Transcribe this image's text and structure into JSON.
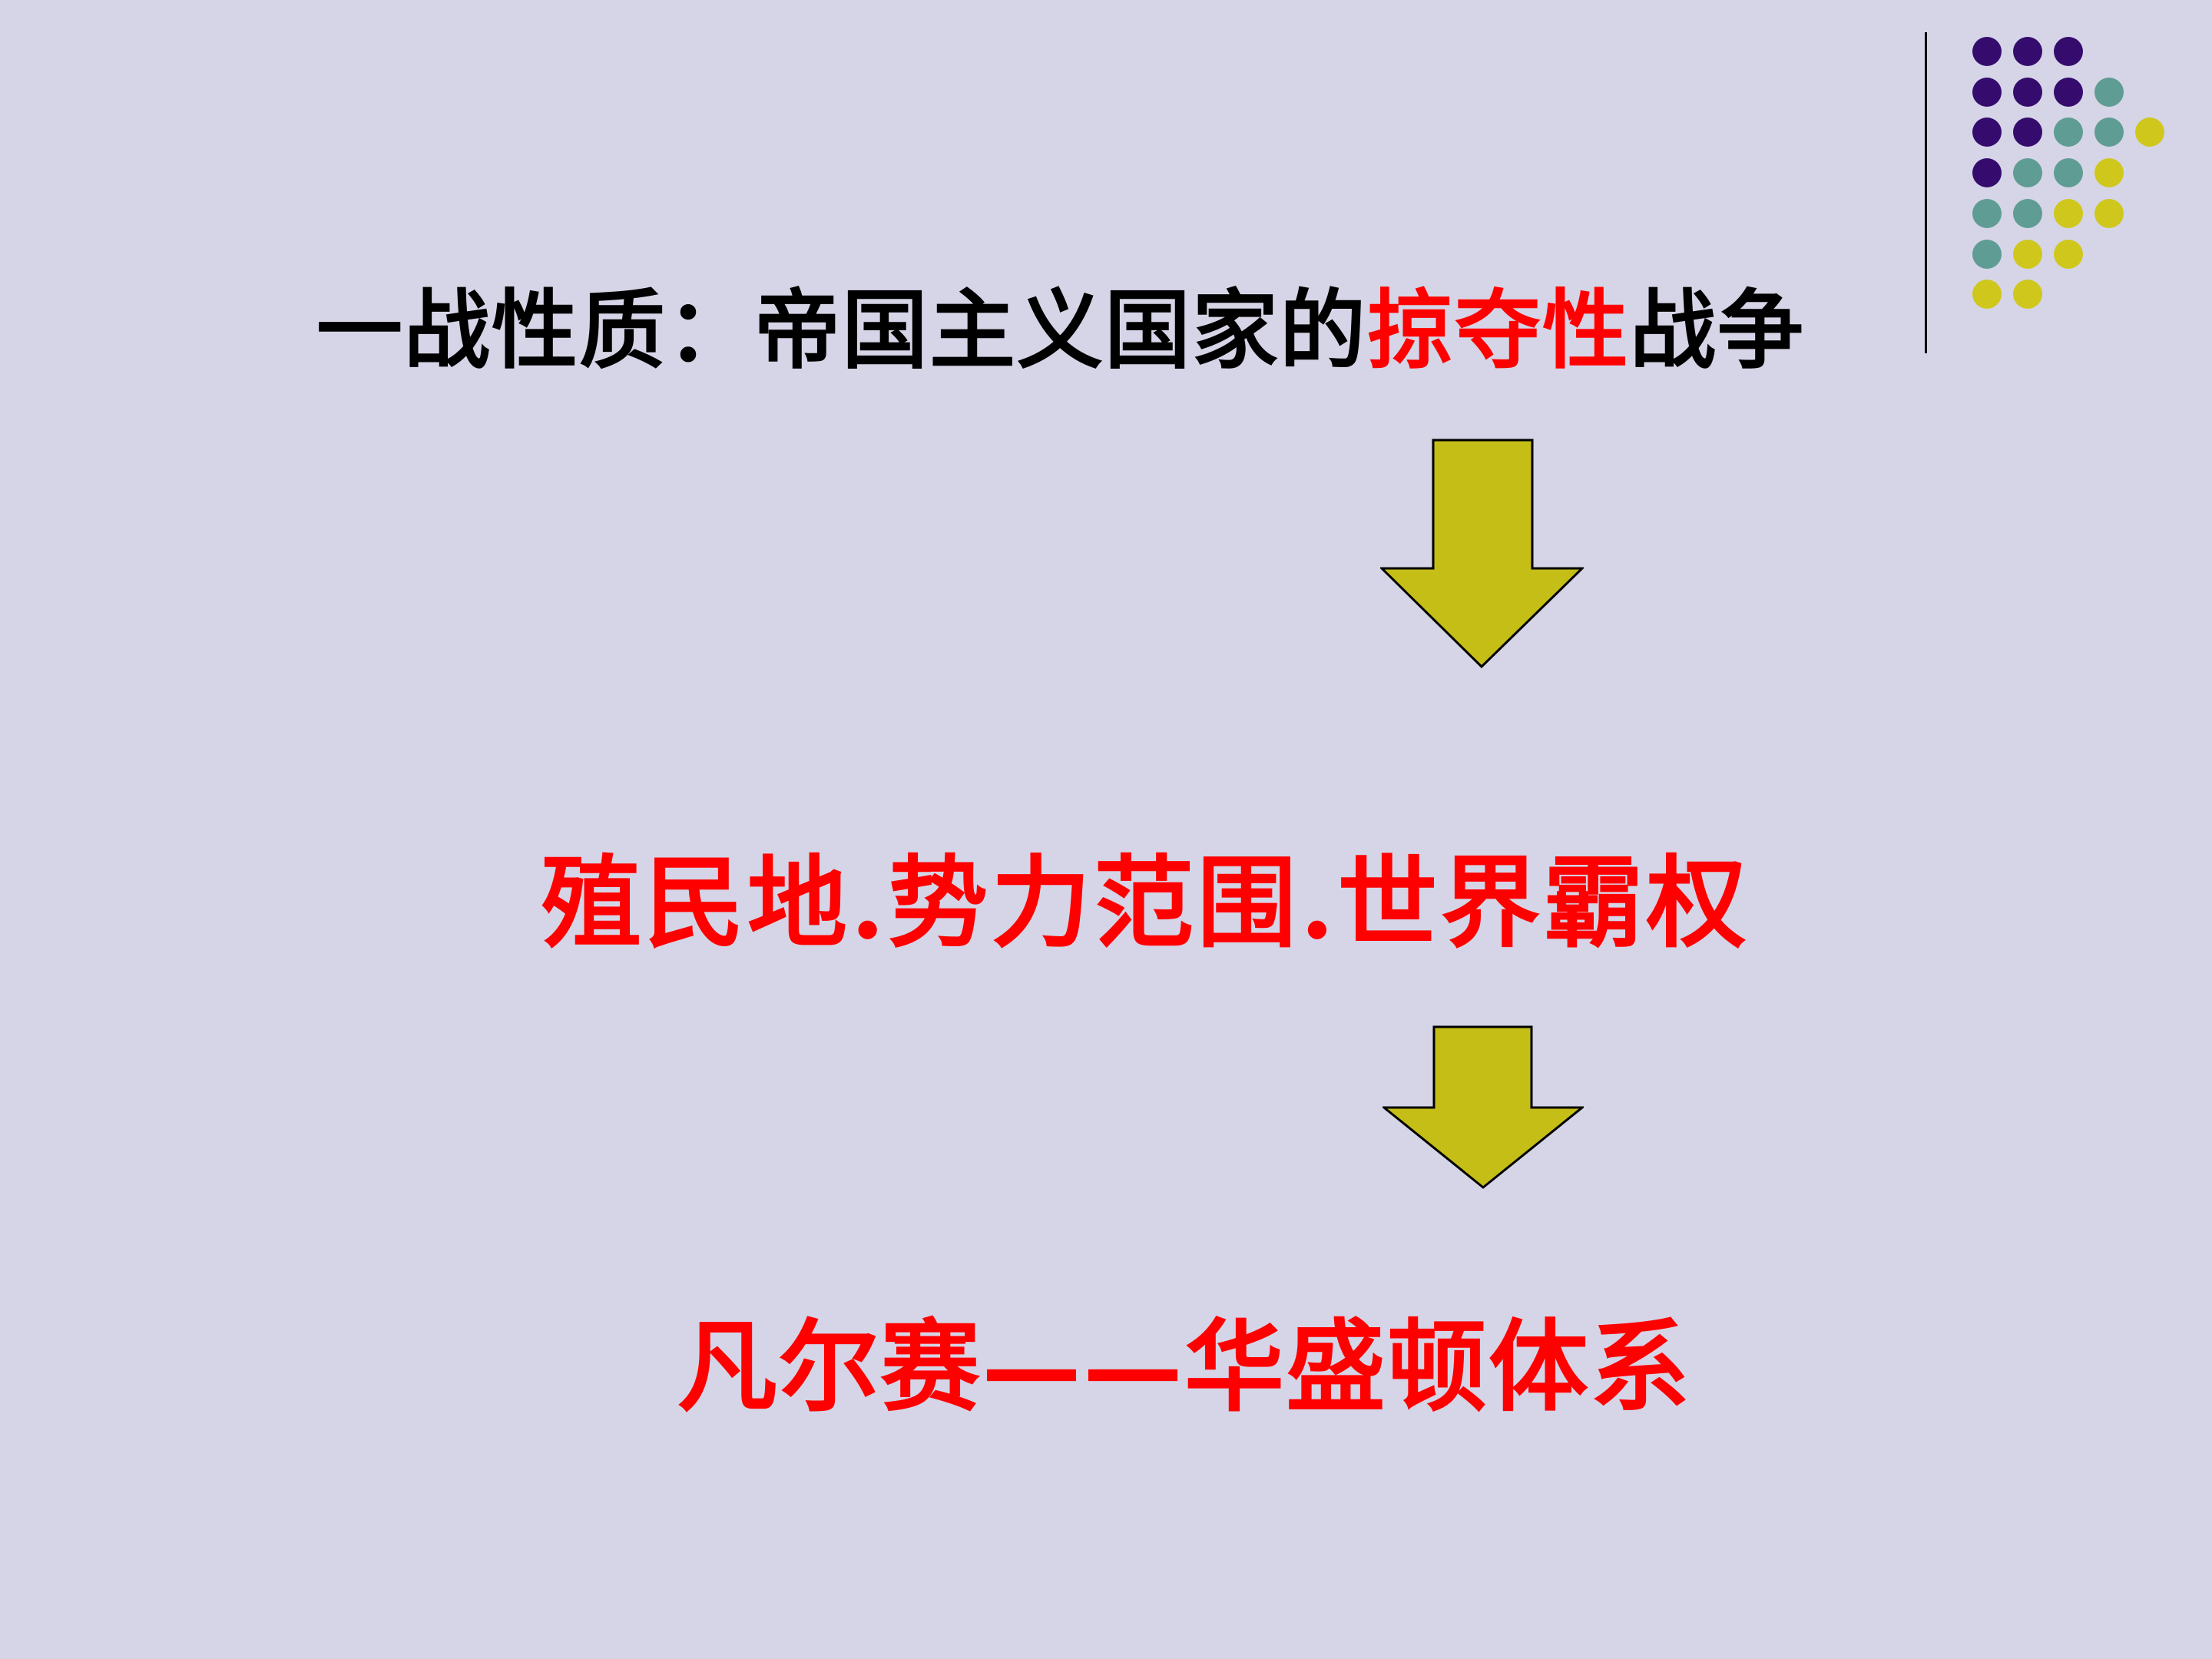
{
  "slide": {
    "background_color": "#D5D5E7",
    "title": {
      "text_before": "一战性质：帝国主义国家的",
      "text_highlight": "掠夺性",
      "text_after": "战争",
      "base_color": "#000000",
      "highlight_color": "#FF0000"
    },
    "flow": {
      "middle_label": "殖民地.势力范围.世界霸权",
      "bottom_label": "凡尔赛——华盛顿体系",
      "text_color": "#FF0000"
    },
    "arrows": {
      "fill": "#C5BE17",
      "outline": "#000000"
    },
    "decoration": {
      "line_color": "#000000",
      "dot_colors": {
        "purple": "#350C6E",
        "teal": "#5F9C93",
        "yellow": "#CFC71C"
      },
      "dot_rows": [
        [
          "purple",
          "purple",
          "purple"
        ],
        [
          "purple",
          "purple",
          "purple",
          "teal"
        ],
        [
          "purple",
          "purple",
          "teal",
          "teal",
          "yellow"
        ],
        [
          "purple",
          "teal",
          "teal",
          "yellow"
        ],
        [
          "teal",
          "teal",
          "yellow",
          "yellow"
        ],
        [
          "teal",
          "yellow",
          "yellow"
        ],
        [
          "yellow",
          "yellow"
        ]
      ]
    }
  }
}
